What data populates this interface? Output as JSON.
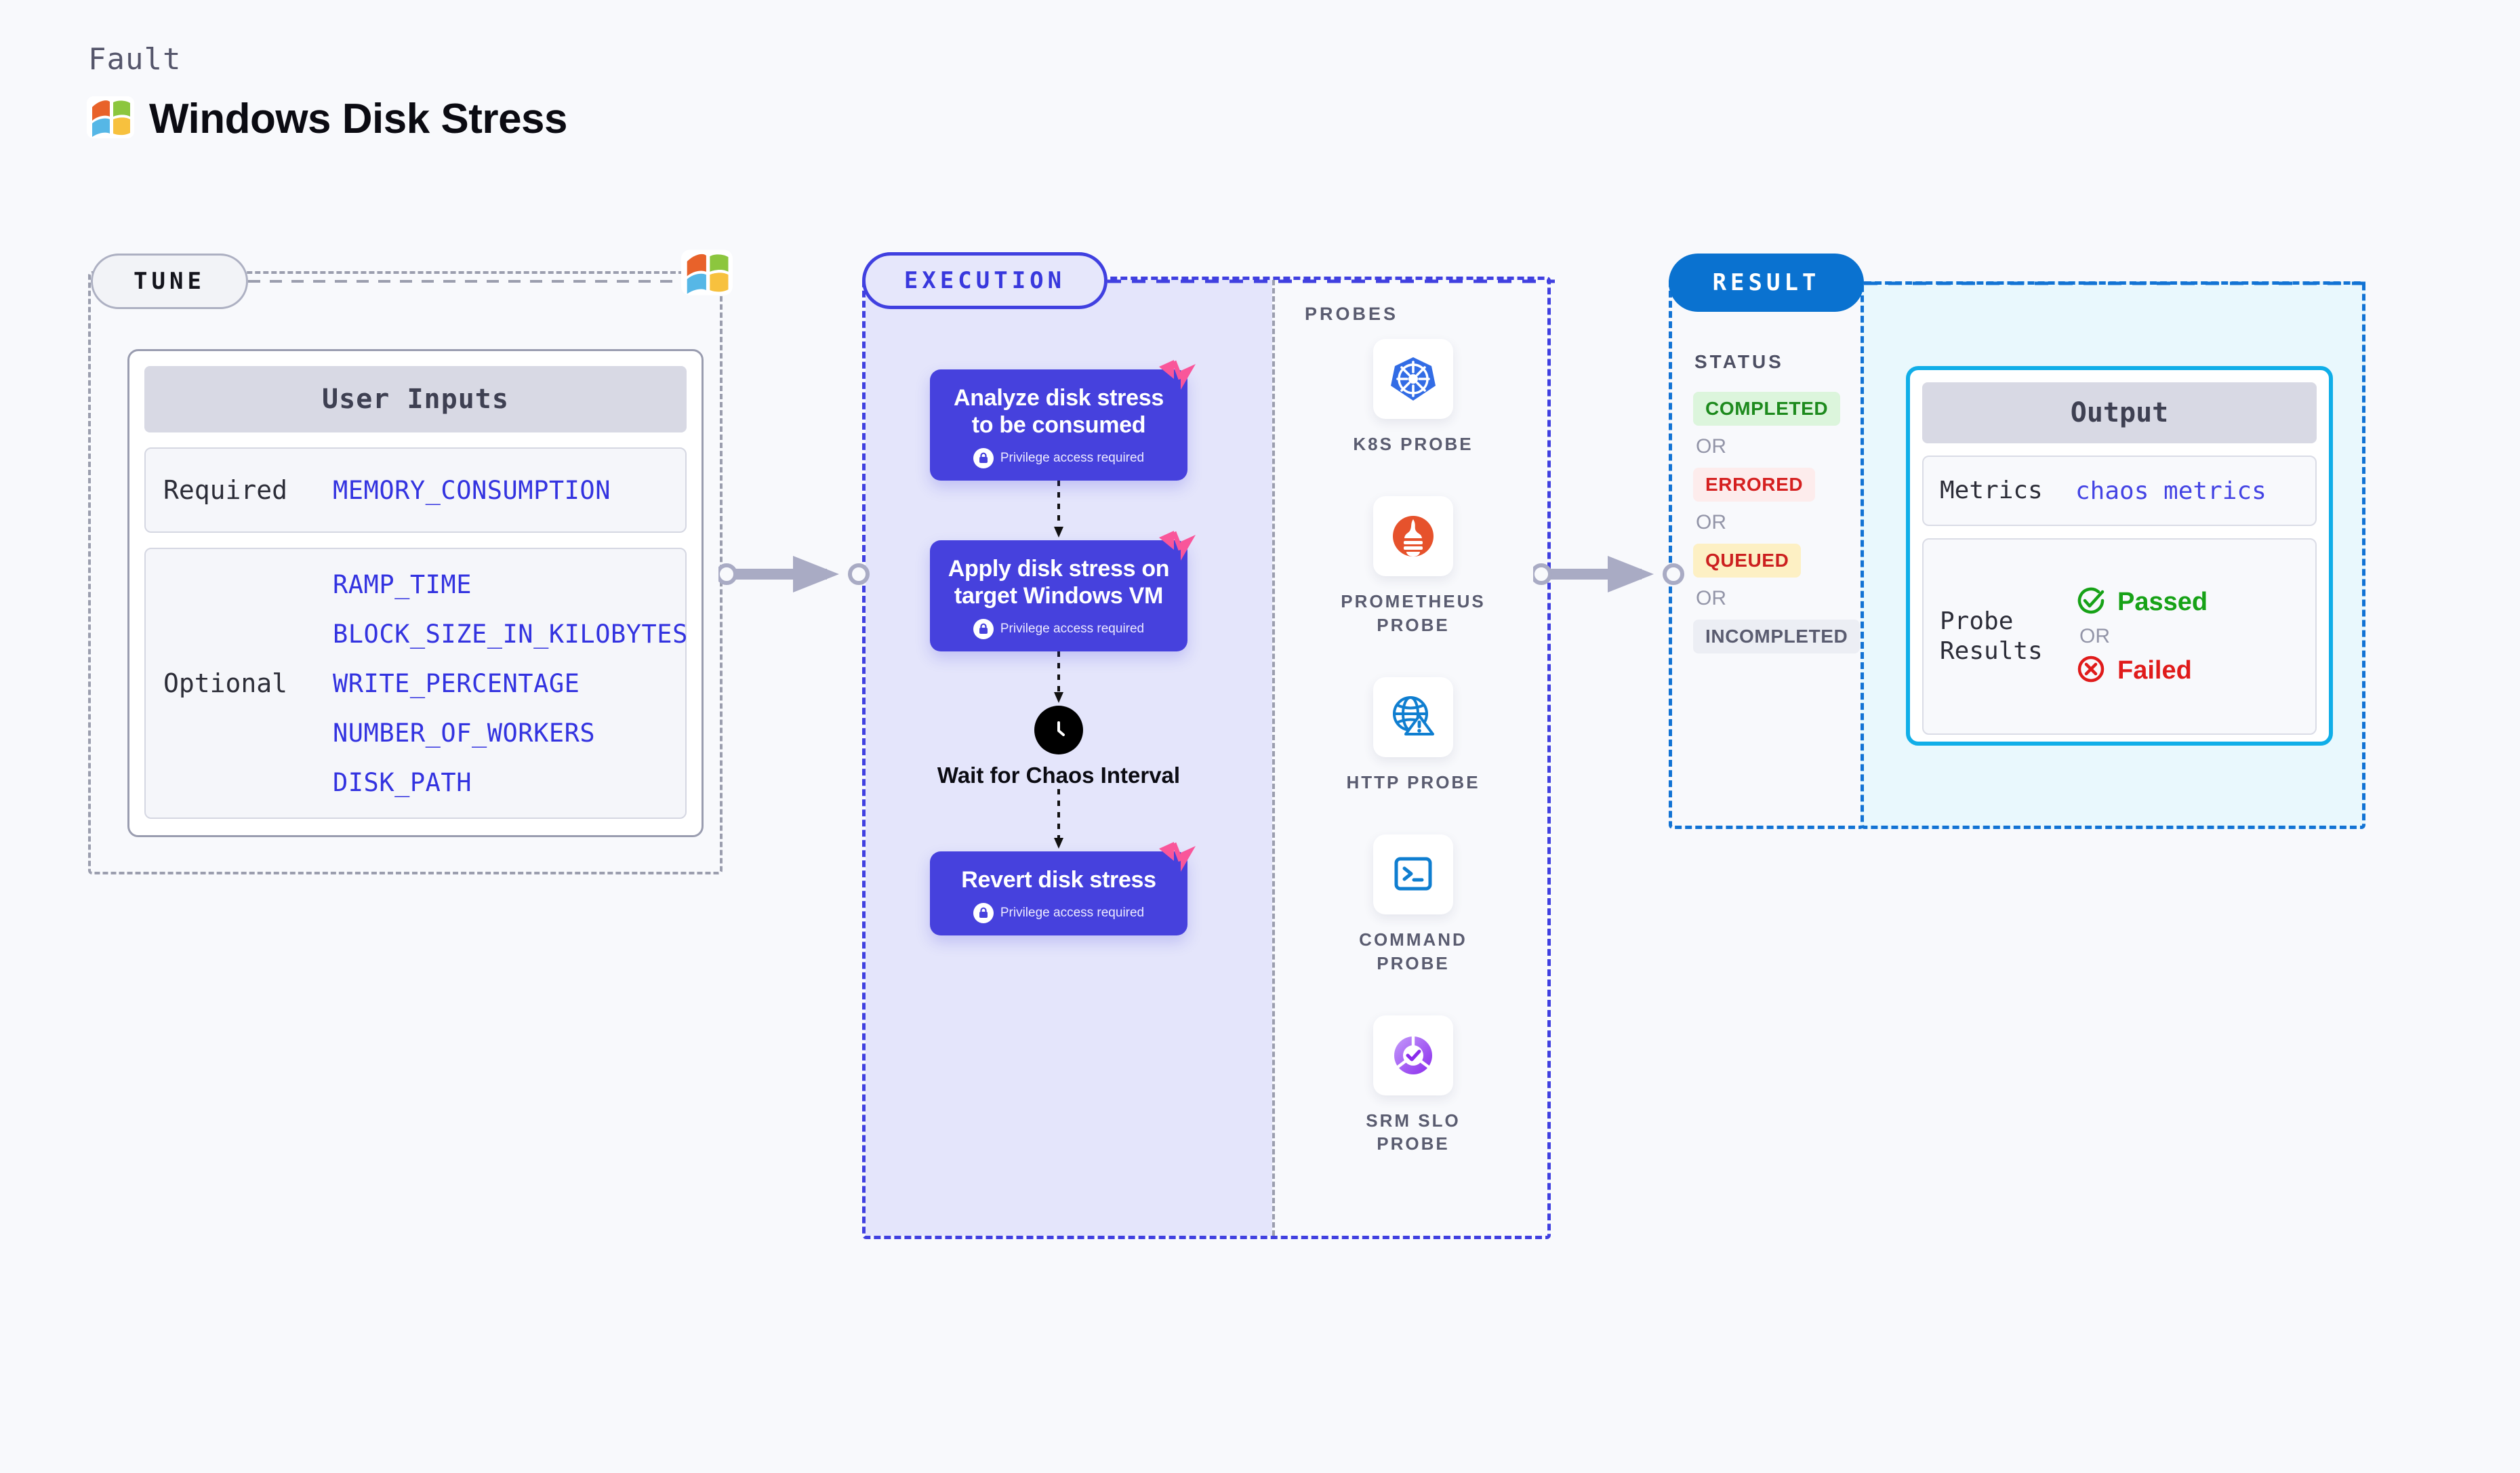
{
  "header": {
    "kicker": "Fault",
    "title": "Windows Disk Stress",
    "logo_icon": "windows-logo"
  },
  "tune": {
    "pill_label": "TUNE",
    "card_title": "User Inputs",
    "required_label": "Required",
    "required_params": [
      "MEMORY_CONSUMPTION"
    ],
    "optional_label": "Optional",
    "optional_params": [
      "RAMP_TIME",
      "BLOCK_SIZE_IN_KILOBYTES",
      "WRITE_PERCENTAGE",
      "NUMBER_OF_WORKERS",
      "DISK_PATH"
    ]
  },
  "execution": {
    "pill_label": "EXECUTION",
    "privilege_note": "Privilege access required",
    "steps": [
      {
        "title": "Analyze disk stress to be consumed",
        "privileged": true
      },
      {
        "title": "Apply disk stress on target Windows VM",
        "privileged": true
      }
    ],
    "wait_node": {
      "label": "Wait for Chaos Interval",
      "icon": "clock-icon"
    },
    "final_step": {
      "title": "Revert disk stress",
      "privileged": true
    }
  },
  "probes": {
    "section_label": "PROBES",
    "items": [
      {
        "label": "K8S PROBE",
        "icon": "kubernetes-icon"
      },
      {
        "label": "PROMETHEUS PROBE",
        "icon": "prometheus-icon"
      },
      {
        "label": "HTTP PROBE",
        "icon": "globe-warning-icon"
      },
      {
        "label": "COMMAND PROBE",
        "icon": "terminal-icon"
      },
      {
        "label": "SRM SLO PROBE",
        "icon": "slo-donut-icon"
      }
    ]
  },
  "result": {
    "pill_label": "RESULT",
    "status_label": "STATUS",
    "or_label": "OR",
    "statuses": [
      {
        "label": "COMPLETED",
        "bg": "#dcf5dc",
        "fg": "#1d8a1d"
      },
      {
        "label": "ERRORED",
        "bg": "#fdecec",
        "fg": "#d52020"
      },
      {
        "label": "QUEUED",
        "bg": "#fdf0c4",
        "fg": "#cc2020"
      },
      {
        "label": "INCOMPLETED",
        "bg": "#eceef4",
        "fg": "#5a5c70"
      }
    ],
    "output": {
      "title": "Output",
      "metrics_label": "Metrics",
      "metrics_value": "chaos metrics",
      "probe_results_label": "Probe Results",
      "passed_label": "Passed",
      "failed_label": "Failed",
      "or_label": "OR",
      "passed_icon": "check-circle-icon",
      "failed_icon": "x-circle-icon"
    }
  },
  "colors": {
    "execution_accent": "#4040e0",
    "result_accent": "#0a72d0",
    "output_accent": "#10aee8",
    "step_card": "#4641dd",
    "param_value": "#3333e0",
    "flag_badge": "#f9569a"
  }
}
